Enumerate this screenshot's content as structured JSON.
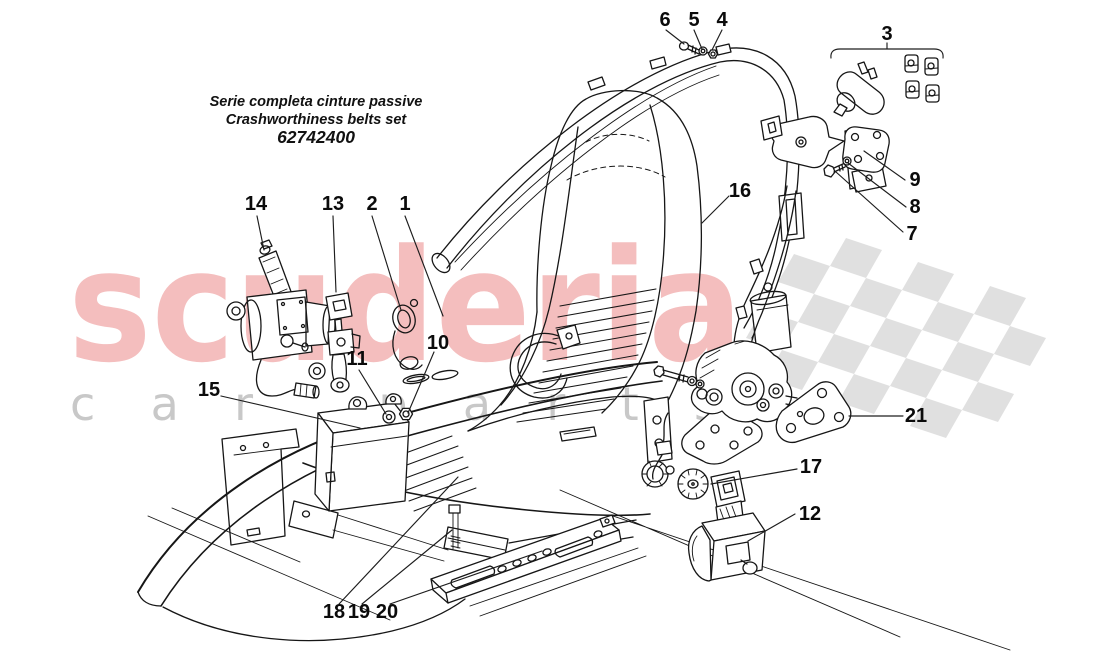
{
  "header": {
    "title_line1": "Serie completa cinture passive",
    "title_line2": "Crashworthiness belts set",
    "part_code": "62742400"
  },
  "watermark": {
    "brand": "scuderia",
    "tagline": "car parts",
    "brand_color": "#f4bebe",
    "tagline_color": "#c8c8c8",
    "flag_color": "#e0e0e0"
  },
  "diagram": {
    "line_color": "#161616",
    "callouts": [
      "1",
      "2",
      "3",
      "4",
      "5",
      "6",
      "7",
      "8",
      "9",
      "10",
      "11",
      "12",
      "13",
      "14",
      "15",
      "16",
      "17",
      "18",
      "19",
      "20",
      "21"
    ]
  }
}
